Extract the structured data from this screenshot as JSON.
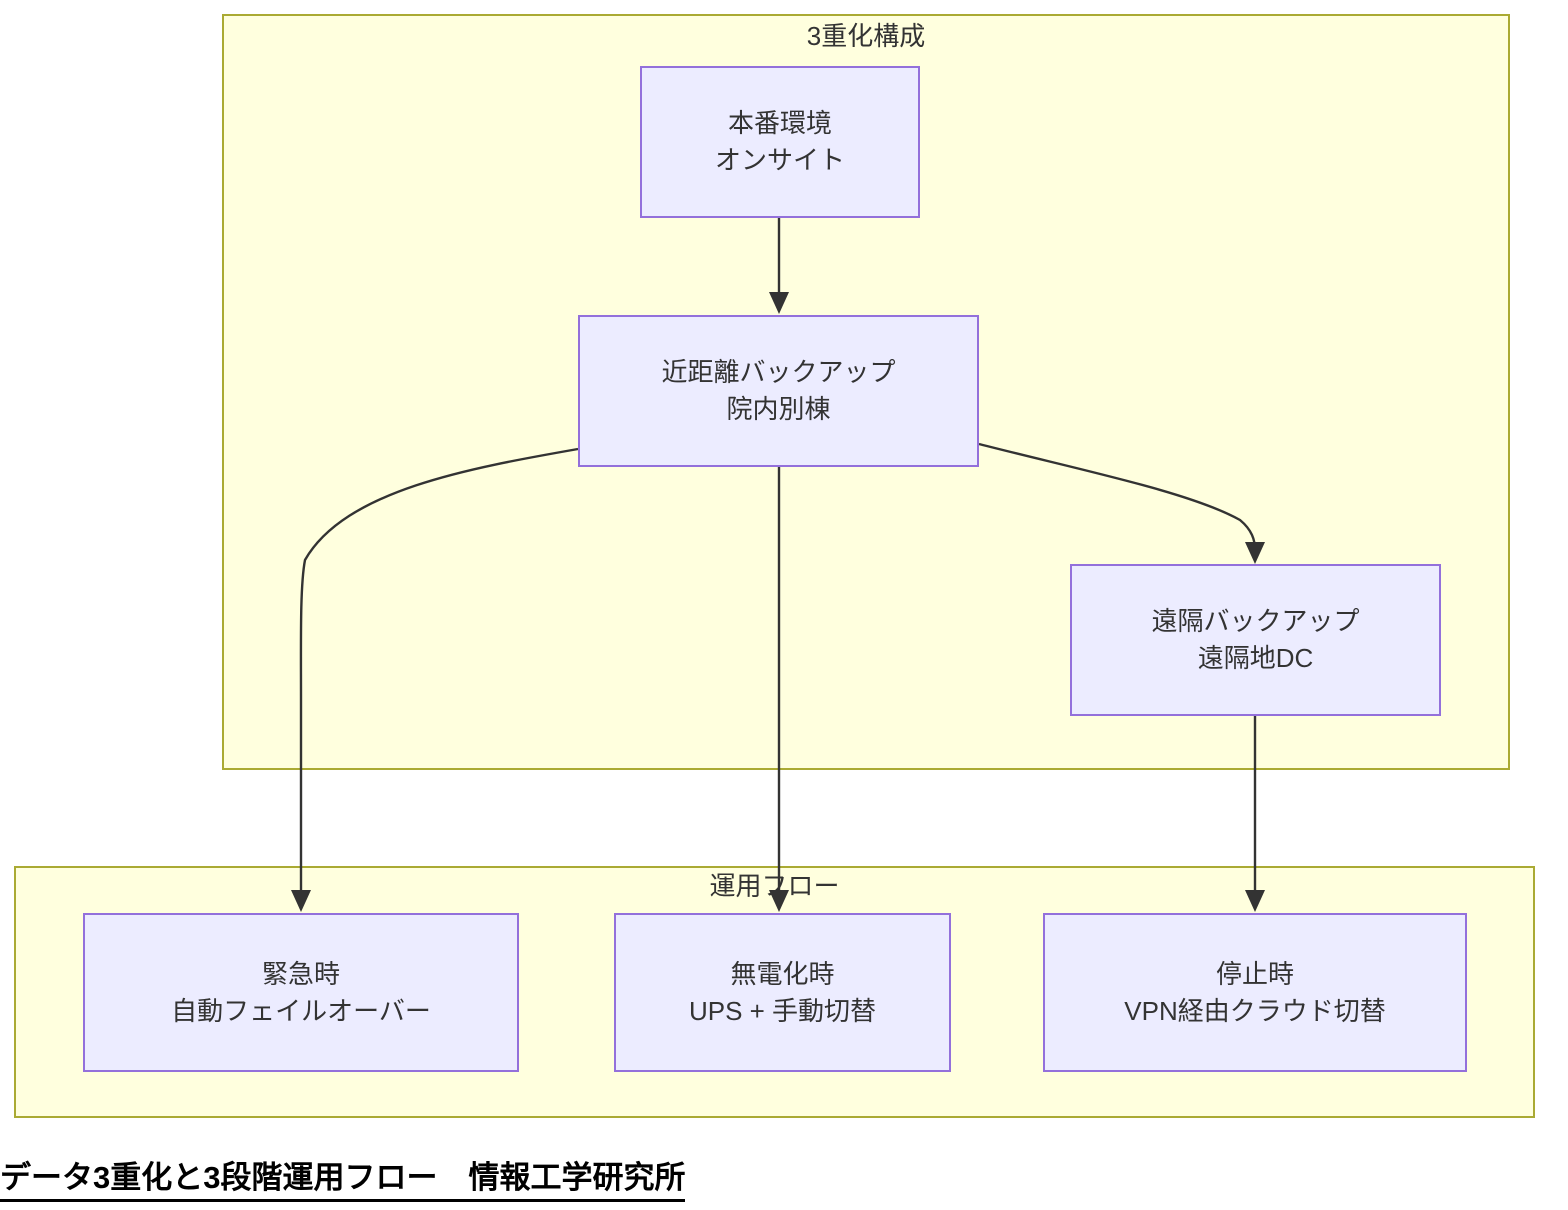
{
  "diagram": {
    "caption": "データ3重化と3段階運用フロー　情報工学研究所",
    "clusters": [
      {
        "id": "cluster-triplication",
        "label": "3重化構成"
      },
      {
        "id": "cluster-operation-flow",
        "label": "運用フロー"
      }
    ],
    "nodes": [
      {
        "id": "production",
        "line1": "本番環境",
        "line2": "オンサイト"
      },
      {
        "id": "near-backup",
        "line1": "近距離バックアップ",
        "line2": "院内別棟"
      },
      {
        "id": "remote-backup",
        "line1": "遠隔バックアップ",
        "line2": "遠隔地DC"
      },
      {
        "id": "emergency",
        "line1": "緊急時",
        "line2": "自動フェイルオーバー"
      },
      {
        "id": "power-loss",
        "line1": "無電化時",
        "line2": "UPS + 手動切替"
      },
      {
        "id": "outage",
        "line1": "停止時",
        "line2": "VPN経由クラウド切替"
      }
    ],
    "edges": [
      {
        "from": "production",
        "to": "near-backup"
      },
      {
        "from": "near-backup",
        "to": "emergency"
      },
      {
        "from": "near-backup",
        "to": "power-loss"
      },
      {
        "from": "near-backup",
        "to": "remote-backup"
      },
      {
        "from": "remote-backup",
        "to": "outage"
      }
    ],
    "colors": {
      "cluster_fill": "#ffffde",
      "cluster_stroke": "#aaaa33",
      "node_fill": "#ececff",
      "node_stroke": "#9370db",
      "edge_stroke": "#333333",
      "text": "#333333",
      "caption_text": "#000000"
    }
  }
}
